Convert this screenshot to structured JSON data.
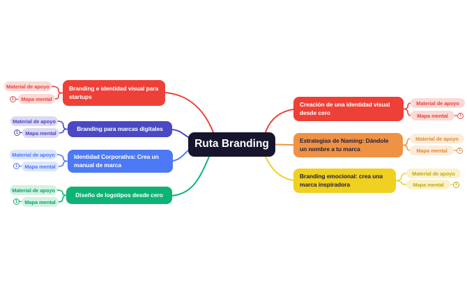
{
  "app": {
    "description": "Mind map of branding course route"
  },
  "colors": {
    "background": "#ffffff",
    "center_bg": "#16152d",
    "center_text": "#ffffff",
    "red": "#ee4036",
    "indigo": "#4b48c4",
    "blue": "#4d79f6",
    "green": "#0db375",
    "orange": "#ef9244",
    "yellow": "#f0d020"
  },
  "center": {
    "label": "Ruta Branding"
  },
  "left_branches": [
    {
      "label": "Branding e identidad visual para startups",
      "color": "#ee4036",
      "children": [
        {
          "label": "Material de apoyo"
        },
        {
          "label": "Mapa mental",
          "badge": "1"
        }
      ]
    },
    {
      "label": "Branding para marcas digitales",
      "color": "#4b48c4",
      "children": [
        {
          "label": "Material de apoyo"
        },
        {
          "label": "Mapa mental",
          "badge": "1"
        }
      ]
    },
    {
      "label": "Identidad Corporativa: Crea un manual de marca",
      "color": "#4d79f6",
      "children": [
        {
          "label": "Material de apoyo"
        },
        {
          "label": "Mapa mental",
          "badge": "1"
        }
      ]
    },
    {
      "label": "Diseño de logotipos desde cero",
      "color": "#0db375",
      "children": [
        {
          "label": "Material de apoyo"
        },
        {
          "label": "Mapa mental",
          "badge": "1"
        }
      ]
    }
  ],
  "right_branches": [
    {
      "label": "Creación de una identidad visual desde cero",
      "color": "#ee4036",
      "children": [
        {
          "label": "Material de apoyo"
        },
        {
          "label": "Mapa mental",
          "badge": "1"
        }
      ]
    },
    {
      "label": "Estrategias de Naming: Dándole un nombre a tu marca",
      "color": "#ef9244",
      "children": [
        {
          "label": "Material de apoyo"
        },
        {
          "label": "Mapa mental",
          "badge": "1"
        }
      ]
    },
    {
      "label": "Branding emocional: crea una marca inspiradora",
      "color": "#f0d020",
      "children": [
        {
          "label": "Material de apoyo"
        },
        {
          "label": "Mapa mental",
          "badge": "1"
        }
      ]
    }
  ]
}
